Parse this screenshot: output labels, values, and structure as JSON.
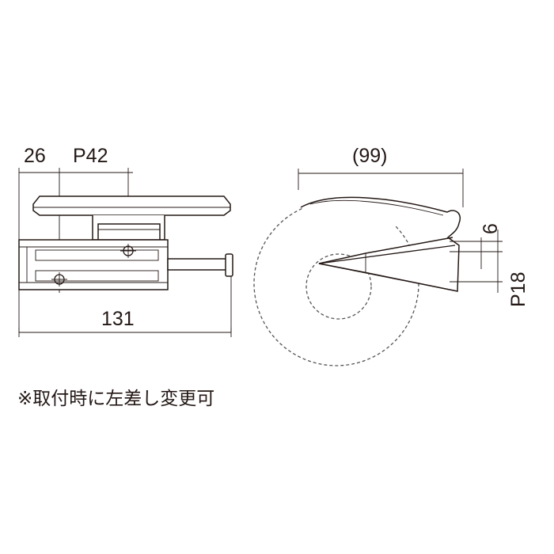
{
  "front_view": {
    "dim_26": "26",
    "dim_p42": "P42",
    "dim_131": "131"
  },
  "side_view": {
    "dim_99": "(99)",
    "dim_6": "6",
    "dim_p18": "P18"
  },
  "note": "※取付時に左差し変更可",
  "colors": {
    "line": "#231815",
    "background": "#ffffff",
    "hidden_line": "#555555"
  }
}
